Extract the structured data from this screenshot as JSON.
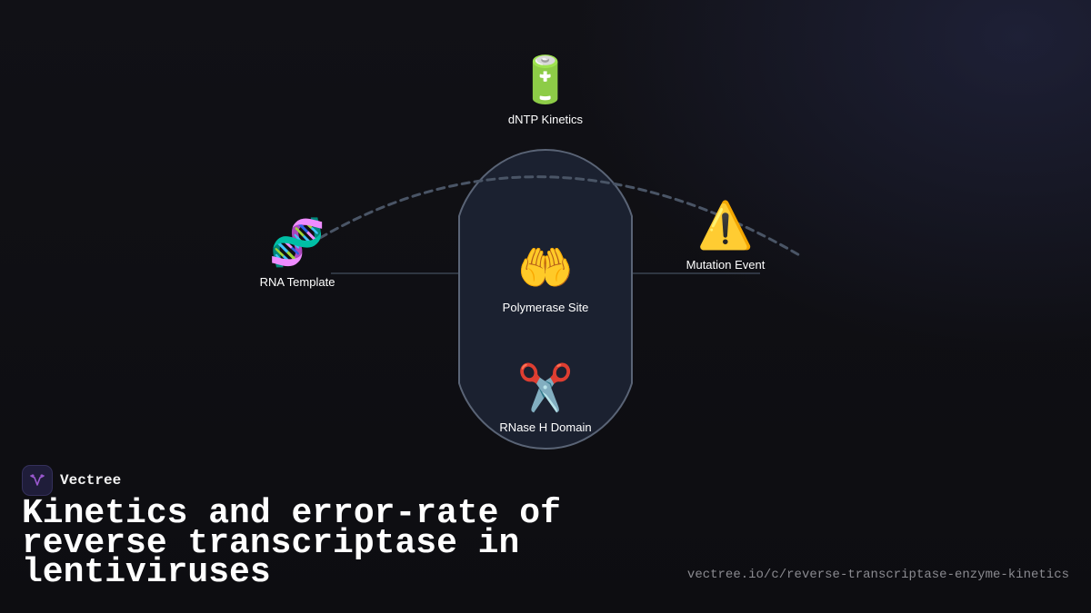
{
  "diagram": {
    "nodes": [
      {
        "id": "dntp",
        "label": "dNTP Kinetics",
        "icon": "battery-icon",
        "glyph": "🔋"
      },
      {
        "id": "rna",
        "label": "RNA Template",
        "icon": "dna-icon",
        "glyph": "🧬"
      },
      {
        "id": "mutation",
        "label": "Mutation Event",
        "icon": "warning-icon",
        "glyph": "⚠️"
      },
      {
        "id": "polymerase",
        "label": "Polymerase Site",
        "icon": "open-hands-icon",
        "glyph": "🤲"
      },
      {
        "id": "rnase",
        "label": "RNase H Domain",
        "icon": "scissors-icon",
        "glyph": "✂️"
      }
    ],
    "colors": {
      "capsule_fill": "#1b2130",
      "capsule_stroke": "#5a6476",
      "arc_stroke": "#4a5566",
      "connector_stroke": "#3a4352"
    }
  },
  "brand": {
    "name": "Vectree",
    "logo_icon": "vectree-logo-icon",
    "accent": "#9b59d0"
  },
  "title": "Kinetics and error-rate of reverse transcriptase in lentiviruses",
  "url": "vectree.io/c/reverse-transcriptase-enzyme-kinetics"
}
